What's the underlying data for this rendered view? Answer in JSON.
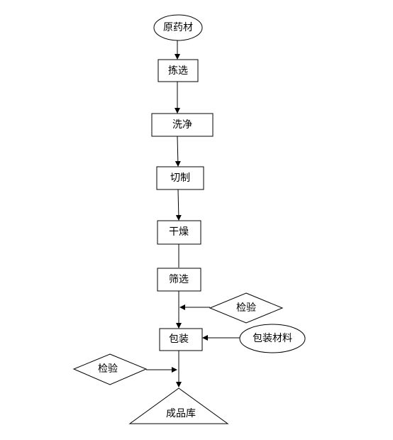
{
  "flowchart": {
    "nodes": {
      "raw_material": "原药材",
      "sorting": "拣选",
      "washing": "洗净",
      "cutting": "切制",
      "drying": "干燥",
      "screening": "筛选",
      "inspection_1": "检验",
      "packaging": "包装",
      "packaging_material": "包装材料",
      "inspection_2": "检验",
      "warehouse": "成品库"
    }
  }
}
